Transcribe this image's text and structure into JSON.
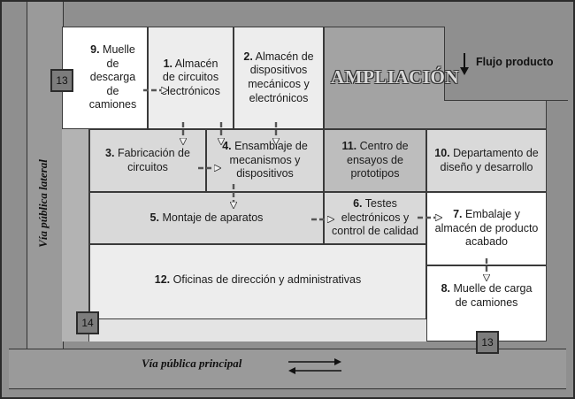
{
  "zones": {
    "z9": {
      "num": "9.",
      "label": "Muelle de descarga de camiones"
    },
    "z1": {
      "num": "1.",
      "label": "Almacén de circuitos electrónicos"
    },
    "z2": {
      "num": "2.",
      "label": "Almacén de dispositivos mecánicos y electrónicos"
    },
    "z3": {
      "num": "3.",
      "label": "Fabricación de circuitos"
    },
    "z4": {
      "num": "4.",
      "label": "Ensamblaje de mecanismos y dispositivos"
    },
    "z11": {
      "num": "11.",
      "label": "Centro de ensayos de prototipos"
    },
    "z10": {
      "num": "10.",
      "label": "Departamento de diseño y desarrollo"
    },
    "z5": {
      "num": "5.",
      "label": "Montaje de aparatos"
    },
    "z6": {
      "num": "6.",
      "label": "Testes electrónicos y control de calidad"
    },
    "z7": {
      "num": "7.",
      "label": "Embalaje y almacén de producto acabado"
    },
    "z12": {
      "num": "12.",
      "label": "Oficinas de dirección y administrativas"
    },
    "z8": {
      "num": "8.",
      "label": "Muelle de carga de camiones"
    }
  },
  "ampliacion": "AMPLIACIÓN",
  "flow_label": "Flujo producto",
  "docks": {
    "left": "13",
    "bottom": "13",
    "corner": "14"
  },
  "roads": {
    "lateral": "Vía pública lateral",
    "principal": "Vía pública principal"
  }
}
